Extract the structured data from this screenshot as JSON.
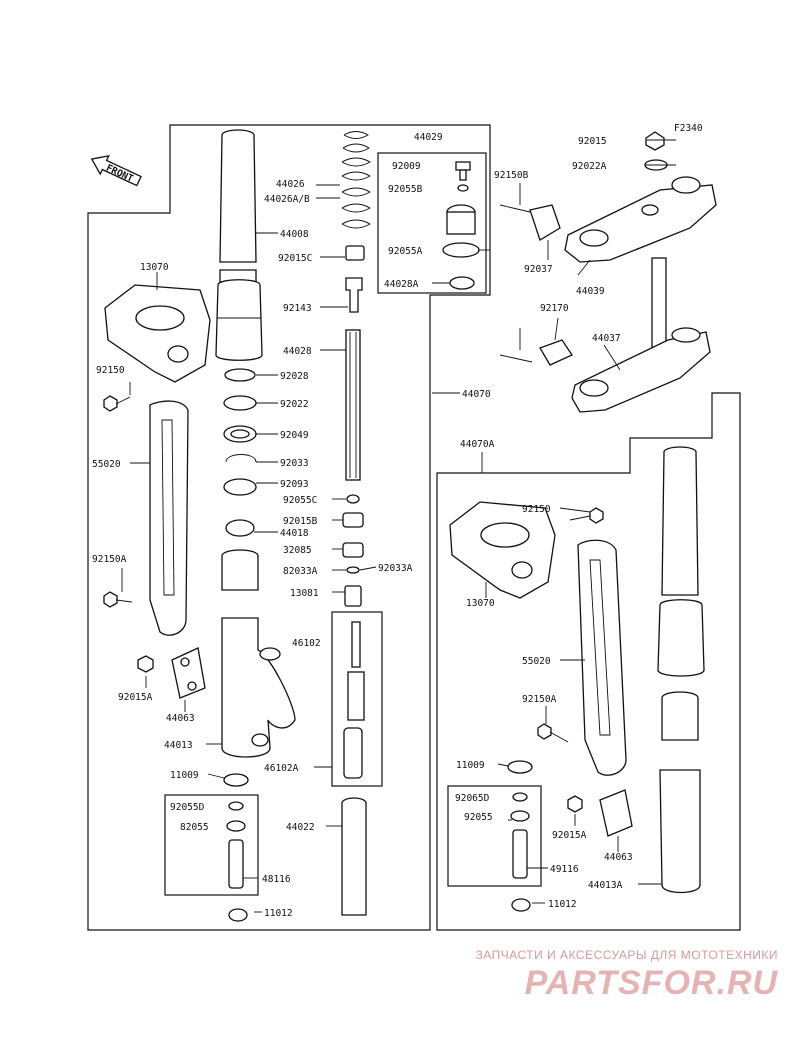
{
  "figure_code": "F2340",
  "front_label": "FRONT",
  "watermark": {
    "subtitle": "ЗАПЧАСТИ И АКСЕССУАРЫ ДЛЯ МОТОТЕХНИКИ",
    "brand": "PARTSFOR.RU"
  },
  "labels": [
    "44029",
    "92009",
    "92055B",
    "92055A",
    "44028A",
    "44026",
    "44026A/B",
    "44008",
    "92015C",
    "92143",
    "44028",
    "44070",
    "13070",
    "92150",
    "92028",
    "92022",
    "92049",
    "92033",
    "92093",
    "55020",
    "92055C",
    "92015B",
    "44018",
    "32085",
    "82033A",
    "92033A",
    "13081",
    "92150A",
    "46102",
    "92015A",
    "44063",
    "44013",
    "46102A",
    "11009",
    "92055D",
    "82055",
    "44022",
    "48116",
    "11012",
    "92015",
    "92022A",
    "92150B",
    "92037",
    "44039",
    "92170",
    "44037",
    "44070A",
    "92150",
    "13070",
    "55020",
    "92150A",
    "11009",
    "92065D",
    "92055",
    "92015A",
    "44063",
    "49116",
    "44013A",
    "11012"
  ]
}
